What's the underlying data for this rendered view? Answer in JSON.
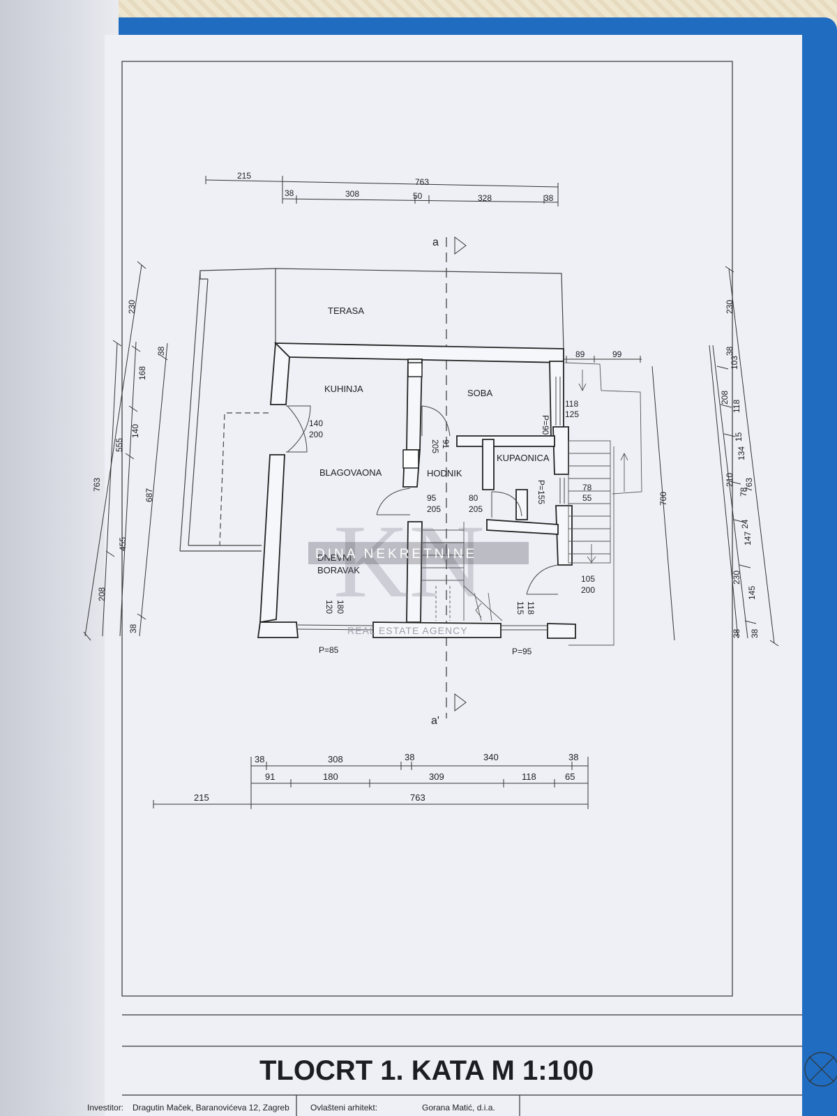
{
  "plan": {
    "title": "TLOCRT 1. KATA M 1:100",
    "section_marks": [
      "a",
      "a'"
    ],
    "rooms": {
      "terrace": "TERASA",
      "kitchen": "KUHINJA",
      "room": "SOBA",
      "dining": "BLAGOVAONA",
      "hallway": "HODNIK",
      "bathroom": "KUPAONICA",
      "living_1": "DNEVNI",
      "living_2": "BORAVAK"
    },
    "openings": {
      "kitchen_door_w": "140",
      "kitchen_door_h": "200",
      "soba_sill": "P=90",
      "soba_window_w": "118",
      "soba_window_h": "125",
      "soba_door_w": "91",
      "soba_door_h": "205",
      "dining_door_w": "95",
      "dining_door_h": "205",
      "bath_door_w": "80",
      "bath_door_h": "205",
      "bath_sill": "P=155",
      "bath_window_w": "78",
      "bath_window_h": "55",
      "entry_door_w": "105",
      "entry_door_h": "200",
      "living_window_w": "180",
      "living_window_h": "120",
      "stair_window_w": "118",
      "stair_window_h": "115",
      "sill_left": "P=85",
      "sill_right": "P=95"
    },
    "dims": {
      "top_overall_left": "215",
      "top_overall": "763",
      "top_segments": [
        "38",
        "308",
        "50",
        "328",
        "38"
      ],
      "top_right_89": "89",
      "top_right_99": "99",
      "bottom_row1": [
        "38",
        "308",
        "38",
        "340",
        "38"
      ],
      "bottom_row2": [
        "91",
        "180",
        "309",
        "118",
        "65"
      ],
      "bottom_overall_left": "215",
      "bottom_overall": "763",
      "left_outer": [
        "230",
        "763"
      ],
      "left_mid": [
        "555",
        "208"
      ],
      "left_inner": [
        "168",
        "140",
        "455"
      ],
      "left_innermost": [
        "38",
        "687",
        "38"
      ],
      "right_inner": [
        "38",
        "103",
        "118",
        "15",
        "134",
        "78",
        "24",
        "147",
        "145",
        "38"
      ],
      "right_mid": [
        "208",
        "210",
        "230",
        "38"
      ],
      "right_outer": [
        "230",
        "763"
      ],
      "right_700": "700"
    }
  },
  "watermark": {
    "monogram": "KN",
    "name": "DINA NEKRETNINE",
    "tagline": "REAL ESTATE AGENCY"
  },
  "footer": {
    "investor_label": "Investitor:",
    "investor_value": "Dragutin Maček, Baranovićeva 12, Zagreb",
    "architect_label": "Ovlašteni arhitekt:",
    "architect_value": "Gorana Matić, d.i.a."
  }
}
